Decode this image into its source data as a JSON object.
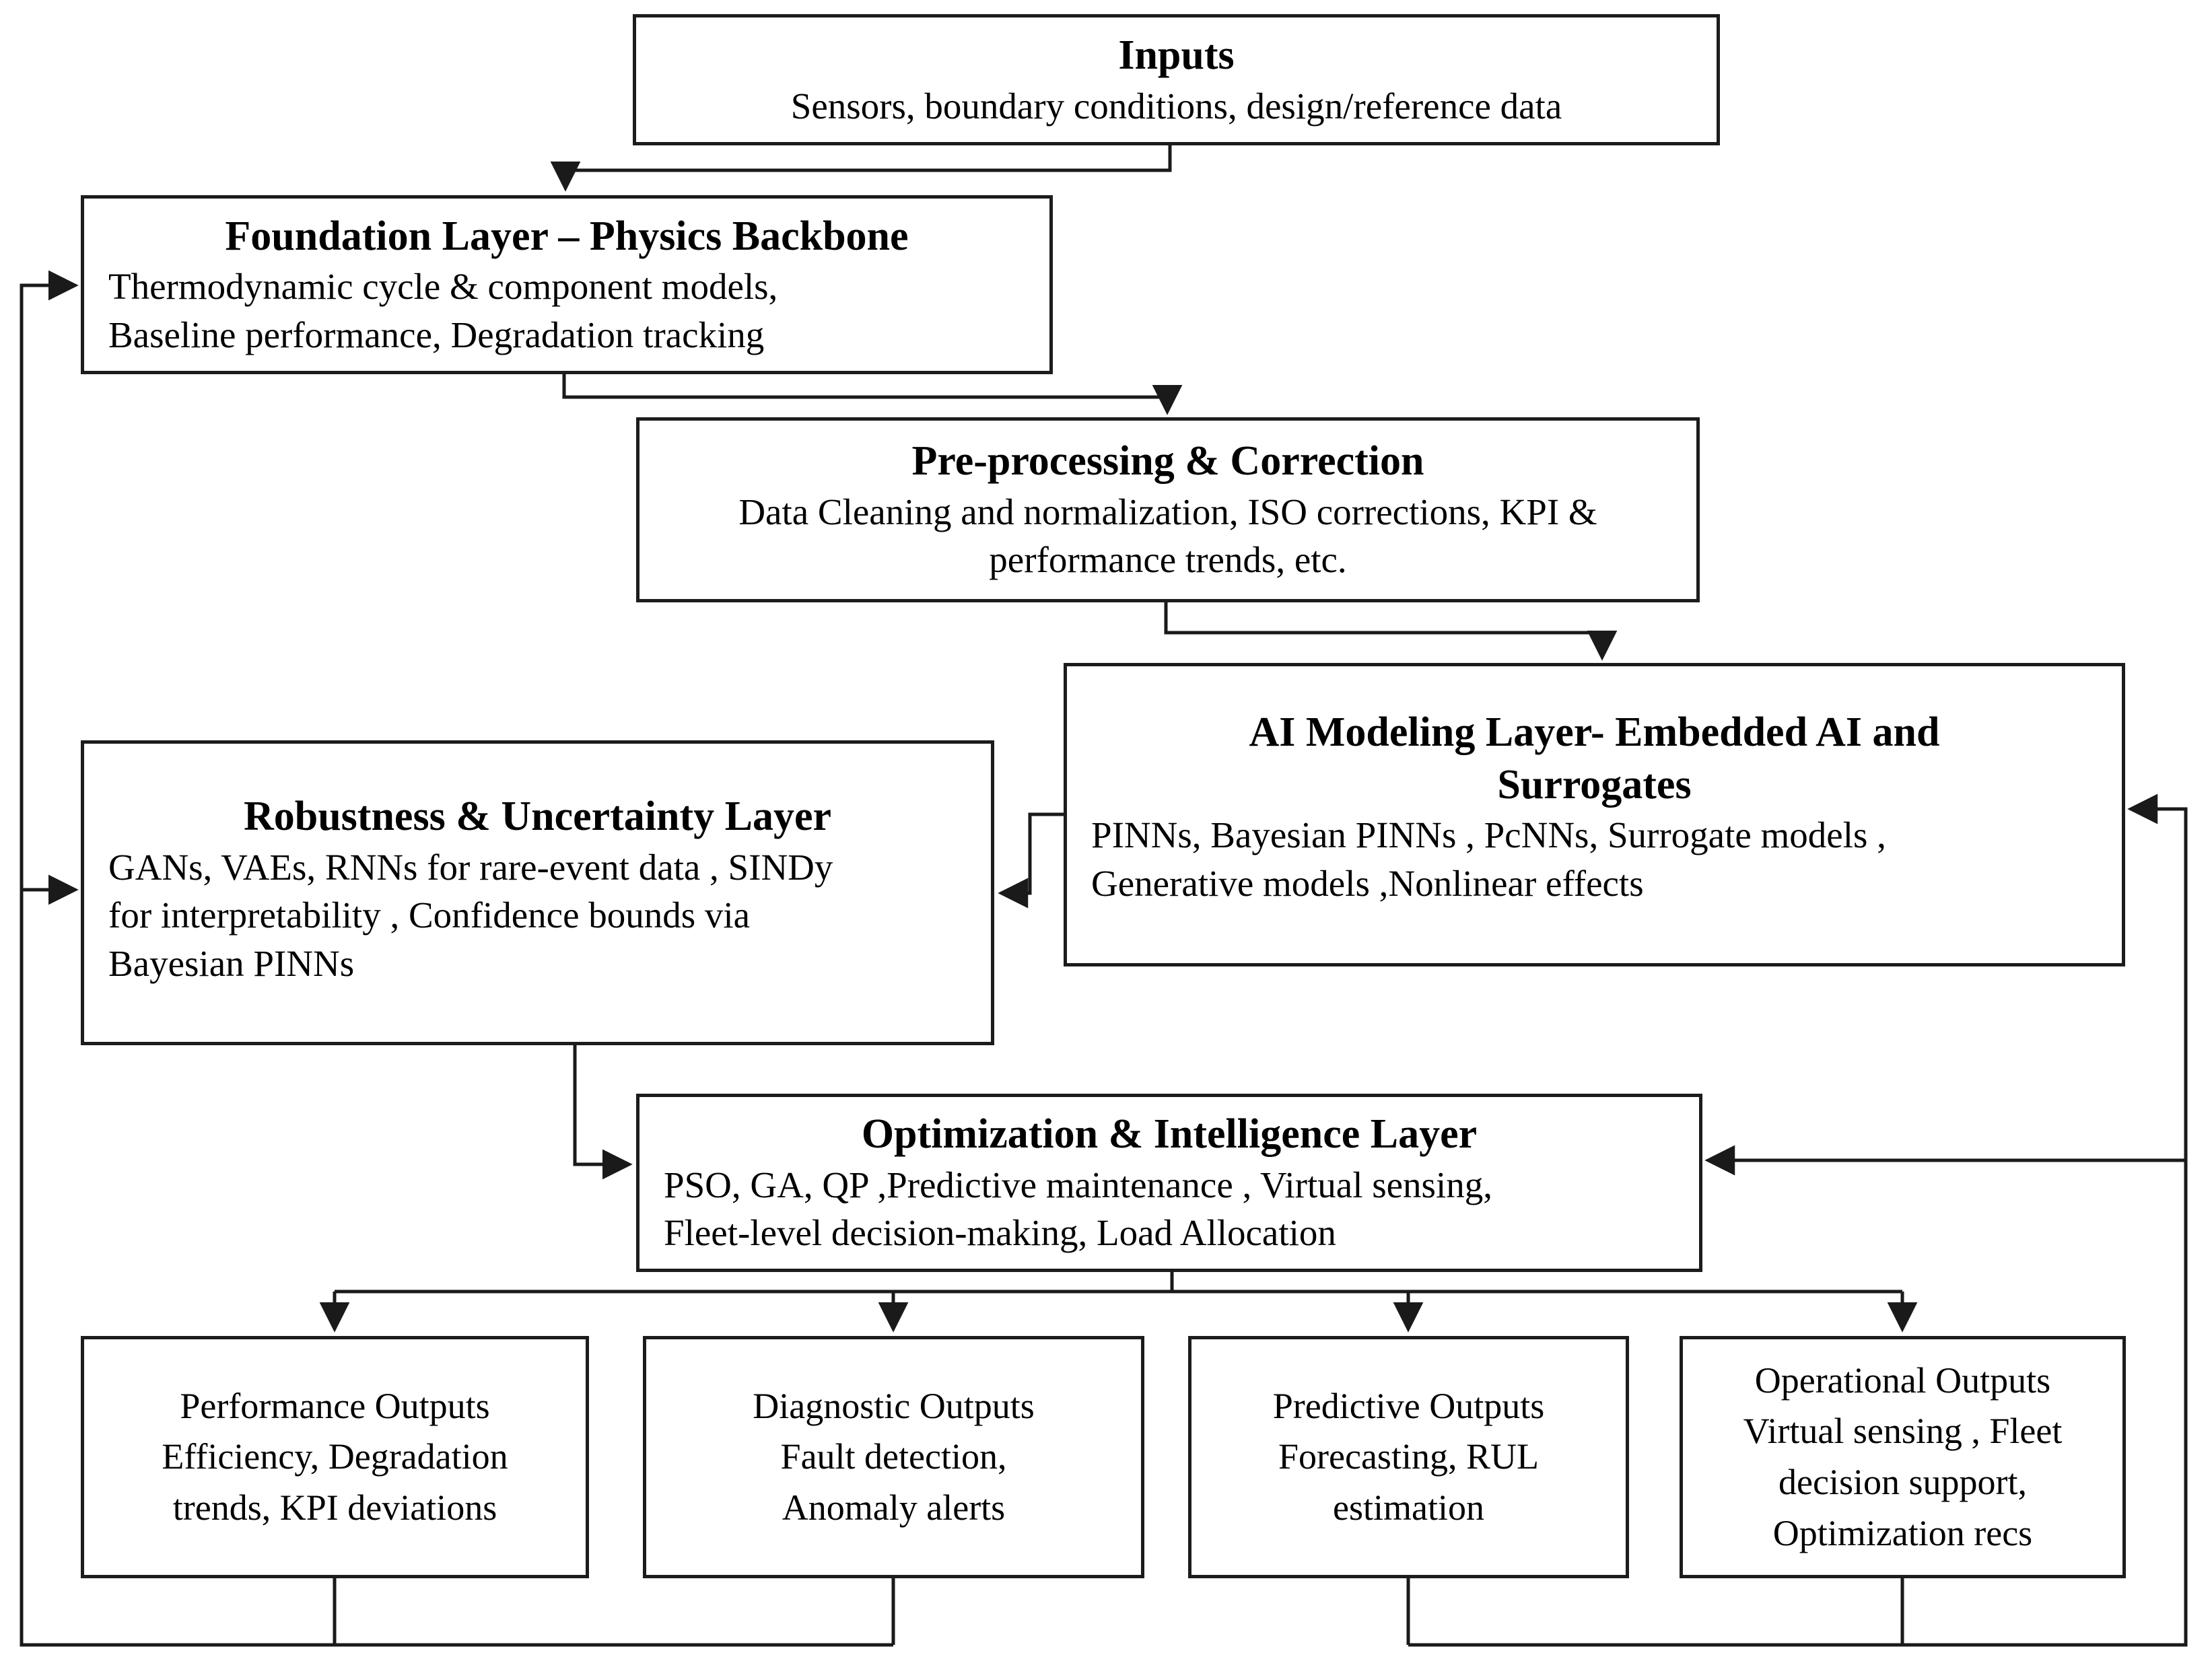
{
  "diagram": {
    "title": "Physics-AI hybrid framework flow diagram",
    "colors": {
      "line": "#1a1a1a",
      "box_border": "#1c1c1c",
      "background": "#ffffff",
      "text": "#000000"
    },
    "nodes": [
      {
        "id": "inputs",
        "title": "Inputs",
        "body": "Sensors, boundary conditions, design/reference data"
      },
      {
        "id": "foundation",
        "title": "Foundation Layer – Physics Backbone",
        "body": "Thermodynamic cycle & component models,\nBaseline performance, Degradation tracking"
      },
      {
        "id": "preprocessing",
        "title": "Pre-processing & Correction",
        "body": "Data Cleaning and normalization, ISO corrections, KPI &\nperformance trends, etc."
      },
      {
        "id": "ai_modeling",
        "title": "AI Modeling Layer- Embedded AI and\nSurrogates",
        "body": "PINNs, Bayesian PINNs , PcNNs, Surrogate models ,\nGenerative models ,Nonlinear effects"
      },
      {
        "id": "robustness",
        "title": "Robustness & Uncertainty Layer",
        "body": "GANs, VAEs, RNNs for rare-event data , SINDy\nfor interpretability , Confidence bounds via\nBayesian PINNs"
      },
      {
        "id": "optimization",
        "title": "Optimization & Intelligence Layer",
        "body": "PSO, GA, QP ,Predictive maintenance , Virtual sensing,\nFleet-level decision-making, Load Allocation"
      },
      {
        "id": "performance_outputs",
        "title": "Performance Outputs",
        "body": "Efficiency, Degradation\ntrends,  KPI deviations"
      },
      {
        "id": "diagnostic_outputs",
        "title": "Diagnostic Outputs",
        "body": "Fault detection,\nAnomaly alerts"
      },
      {
        "id": "predictive_outputs",
        "title": "Predictive Outputs",
        "body": "Forecasting, RUL\nestimation"
      },
      {
        "id": "operational_outputs",
        "title": "Operational Outputs",
        "body": "Virtual sensing , Fleet\ndecision support,\nOptimization recs"
      }
    ],
    "edges": [
      {
        "from": "inputs",
        "to": "foundation",
        "type": "flow"
      },
      {
        "from": "foundation",
        "to": "preprocessing",
        "type": "flow"
      },
      {
        "from": "preprocessing",
        "to": "ai_modeling",
        "type": "flow"
      },
      {
        "from": "ai_modeling",
        "to": "robustness",
        "type": "flow"
      },
      {
        "from": "robustness",
        "to": "optimization",
        "type": "flow"
      },
      {
        "from": "optimization",
        "to": "performance_outputs",
        "type": "flow"
      },
      {
        "from": "optimization",
        "to": "diagnostic_outputs",
        "type": "flow"
      },
      {
        "from": "optimization",
        "to": "predictive_outputs",
        "type": "flow"
      },
      {
        "from": "optimization",
        "to": "operational_outputs",
        "type": "flow"
      },
      {
        "from": [
          "performance_outputs",
          "diagnostic_outputs"
        ],
        "to": [
          "robustness",
          "foundation"
        ],
        "type": "feedback"
      },
      {
        "from": [
          "predictive_outputs",
          "operational_outputs"
        ],
        "to": [
          "optimization",
          "ai_modeling"
        ],
        "type": "feedback"
      }
    ]
  }
}
